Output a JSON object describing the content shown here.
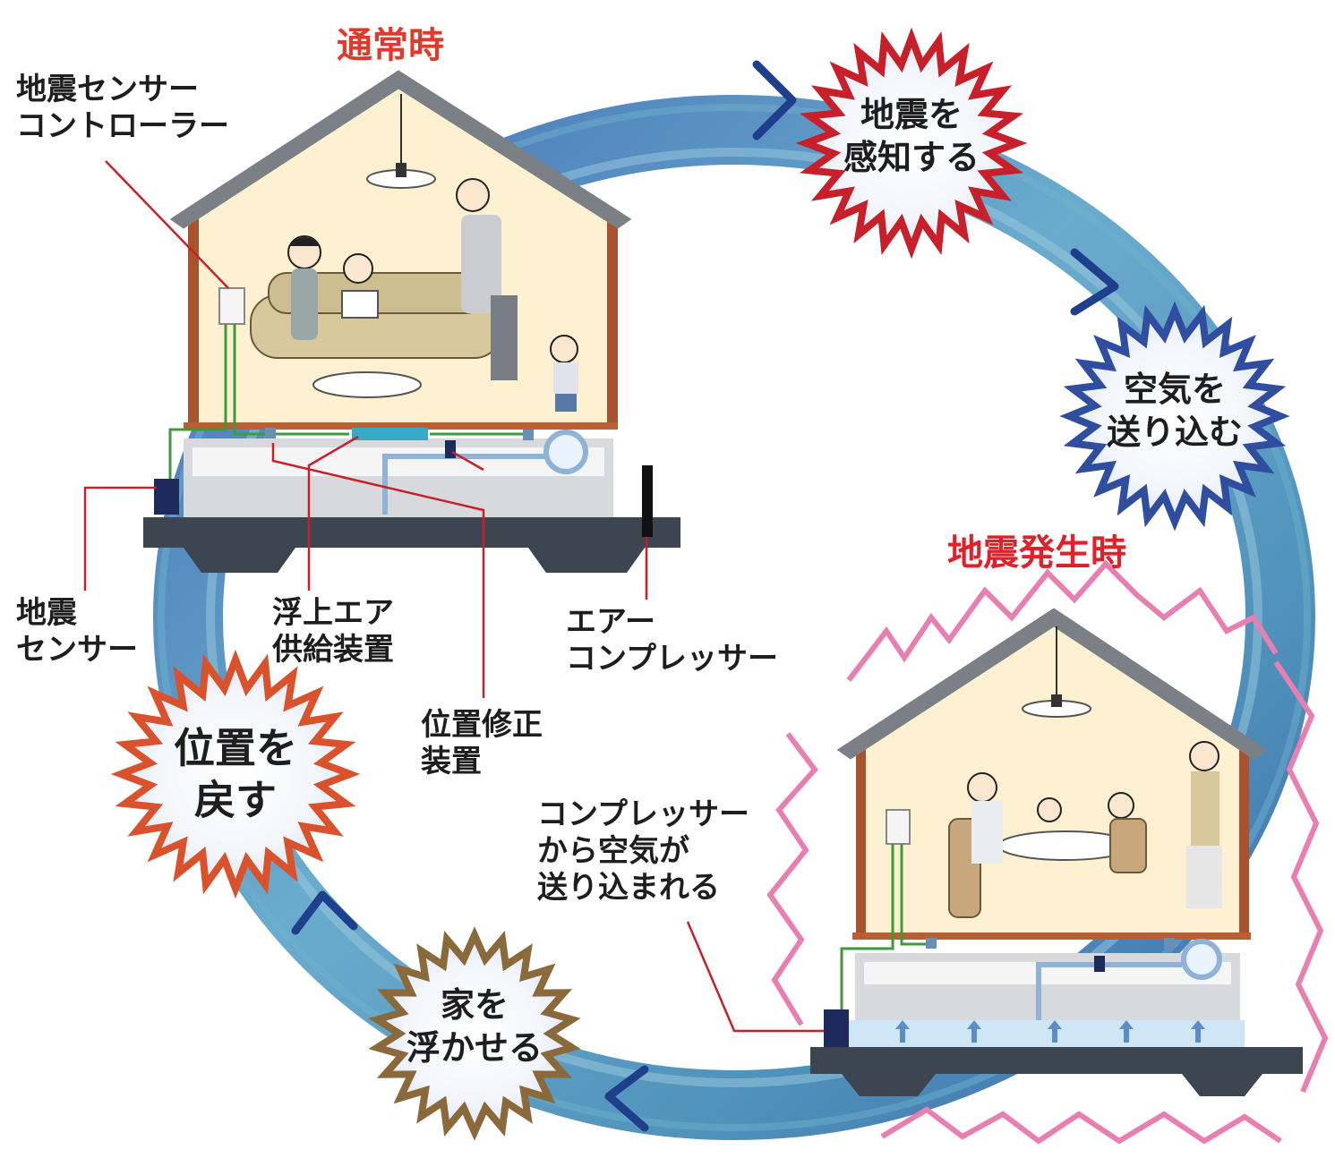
{
  "titles": {
    "normal": "通常時",
    "quake": "地震発生時"
  },
  "labels": {
    "controller": [
      "地震センサー",
      "コントローラー"
    ],
    "sensor": [
      "地震",
      "センサー"
    ],
    "air_supply": [
      "浮上エア",
      "供給装置"
    ],
    "compressor": [
      "エアー",
      "コンプレッサー"
    ],
    "position_fix": [
      "位置修正",
      "装置"
    ],
    "compressor_air": [
      "コンプレッサー",
      "から空気が",
      "送り込まれる"
    ]
  },
  "steps": [
    {
      "lines": [
        "地震を",
        "感知する"
      ],
      "color": "#c8202a"
    },
    {
      "lines": [
        "空気を",
        "送り込む"
      ],
      "color": "#2f4ea0"
    },
    {
      "lines": [
        "家を",
        "浮かせる"
      ],
      "color": "#8a6a3a"
    },
    {
      "lines": [
        "位置を",
        "戻す"
      ],
      "color": "#d9522b"
    }
  ],
  "colors": {
    "title_red": "#e03a2a",
    "ring_blue": "#3a6db0",
    "ring_teal": "#4ea6b5",
    "leader_red": "#c8202a",
    "shake_pink": "#e87fb0",
    "arrow_navy": "#1e3f8c"
  }
}
